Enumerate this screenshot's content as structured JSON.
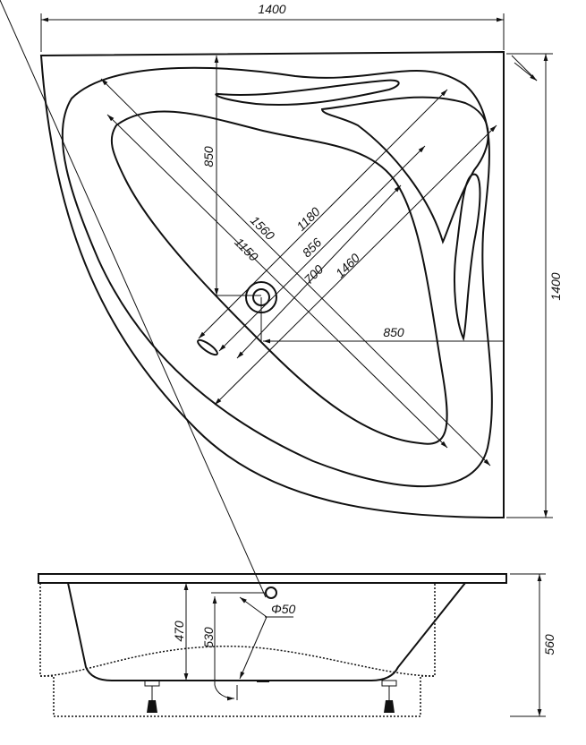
{
  "top_view": {
    "width_label": "1400",
    "depth_label": "1400",
    "diagonals": {
      "d1560": "1560",
      "d1150": "1150",
      "d1180": "1180",
      "d856": "856",
      "d700": "700",
      "d1460": "1460"
    },
    "drain_vertical": "850",
    "drain_horizontal": "850"
  },
  "side_view": {
    "inner_depth": "470",
    "drain_height": "530",
    "overflow_diameter": "Φ50",
    "total_height": "560"
  }
}
